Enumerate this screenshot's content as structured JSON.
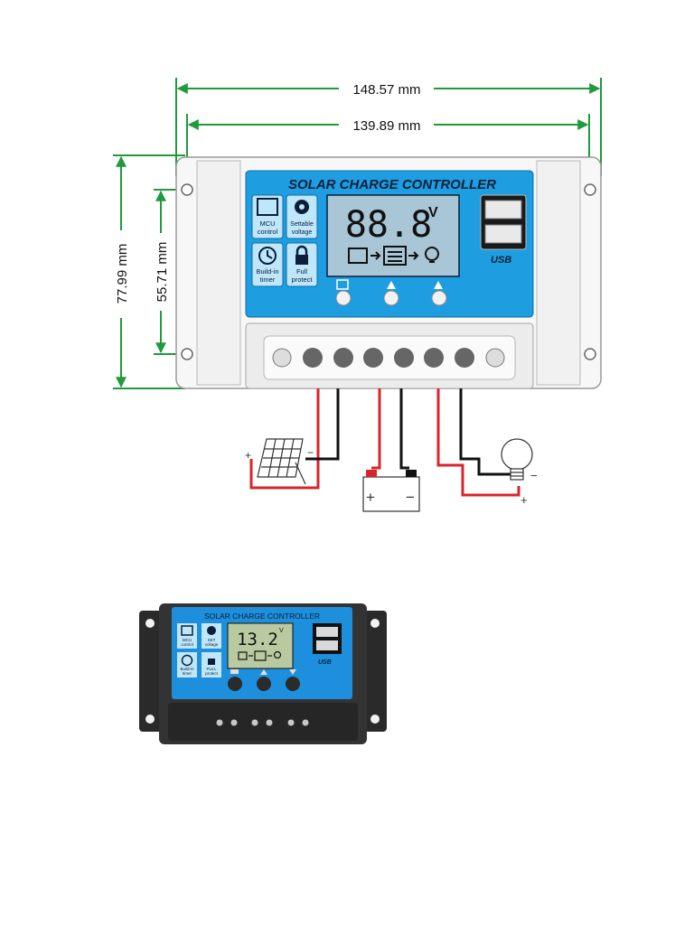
{
  "dimensions": {
    "overall_width": "148.57 mm",
    "hole_spacing_width": "139.89 mm",
    "overall_height": "77.99 mm",
    "hole_spacing_height": "55.71 mm"
  },
  "diagram": {
    "title": "SOLAR CHARGE CONTROLLER",
    "display": "88.8",
    "display_unit": "V",
    "feature_mcu": [
      "MCU",
      "control"
    ],
    "feature_settable": [
      "Settable",
      "voltage"
    ],
    "feature_timer": [
      "Build-in",
      "timer"
    ],
    "feature_protect": [
      "Full",
      "protect"
    ],
    "usb_label": "USB",
    "plus": "+",
    "minus": "−"
  },
  "photo": {
    "title": "SOLAR CHARGE CONTROLLER",
    "display": "13.2",
    "display_unit": "V",
    "feature_mcu": [
      "MCU",
      "control"
    ],
    "feature_set": [
      "SET",
      "voltage"
    ],
    "feature_timer": [
      "Build-in",
      "timer"
    ],
    "feature_protect": [
      "FULL",
      "protect"
    ],
    "usb_label": "USB"
  },
  "colors": {
    "dimension_line": "#1f9a3c",
    "panel_blue": "#1e9de0",
    "wire_red": "#d8242b",
    "wire_black": "#111111"
  }
}
